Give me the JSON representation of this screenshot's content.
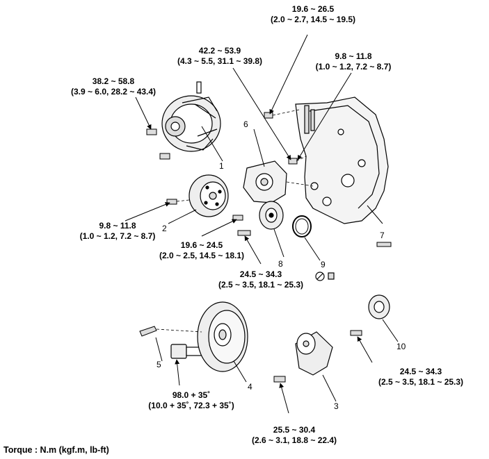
{
  "torques": {
    "t_top": {
      "line1": "19.6 ~ 26.5",
      "line2": "(2.0 ~ 2.7, 14.5 ~ 19.5)"
    },
    "t_bolt6": {
      "line1": "42.2 ~ 53.9",
      "line2": "(4.3 ~ 5.5, 31.1 ~ 39.8)"
    },
    "t_right": {
      "line1": "9.8 ~ 11.8",
      "line2": "(1.0 ~ 1.2, 7.2 ~ 8.7)"
    },
    "t_alt": {
      "line1": "38.2 ~ 58.8",
      "line2": "(3.9 ~ 6.0, 28.2 ~ 43.4)"
    },
    "t_pulley": {
      "line1": "9.8 ~ 11.8",
      "line2": "(1.0 ~ 1.2, 7.2 ~ 8.7)"
    },
    "t_pump": {
      "line1": "19.6 ~ 24.5",
      "line2": "(2.0 ~ 2.5, 14.5 ~ 18.1)"
    },
    "t_idler": {
      "line1": "24.5 ~ 34.3",
      "line2": "(2.5 ~ 3.5, 18.1 ~ 25.3)"
    },
    "t_crank": {
      "line1": "98.0 + 35˚",
      "line2": "(10.0 + 35˚, 72.3 + 35˚)"
    },
    "t_idler2": {
      "line1": "24.5 ~ 34.3",
      "line2": "(2.5 ~ 3.5, 18.1 ~ 25.3)"
    },
    "t_tens": {
      "line1": "25.5 ~ 30.4",
      "line2": "(2.6 ~ 3.1, 18.8 ~ 22.4)"
    }
  },
  "callouts": [
    "1",
    "2",
    "3",
    "4",
    "5",
    "6",
    "7",
    "8",
    "9",
    "10"
  ],
  "footer": "Torque : N.m (kgf.m, lb-ft)"
}
